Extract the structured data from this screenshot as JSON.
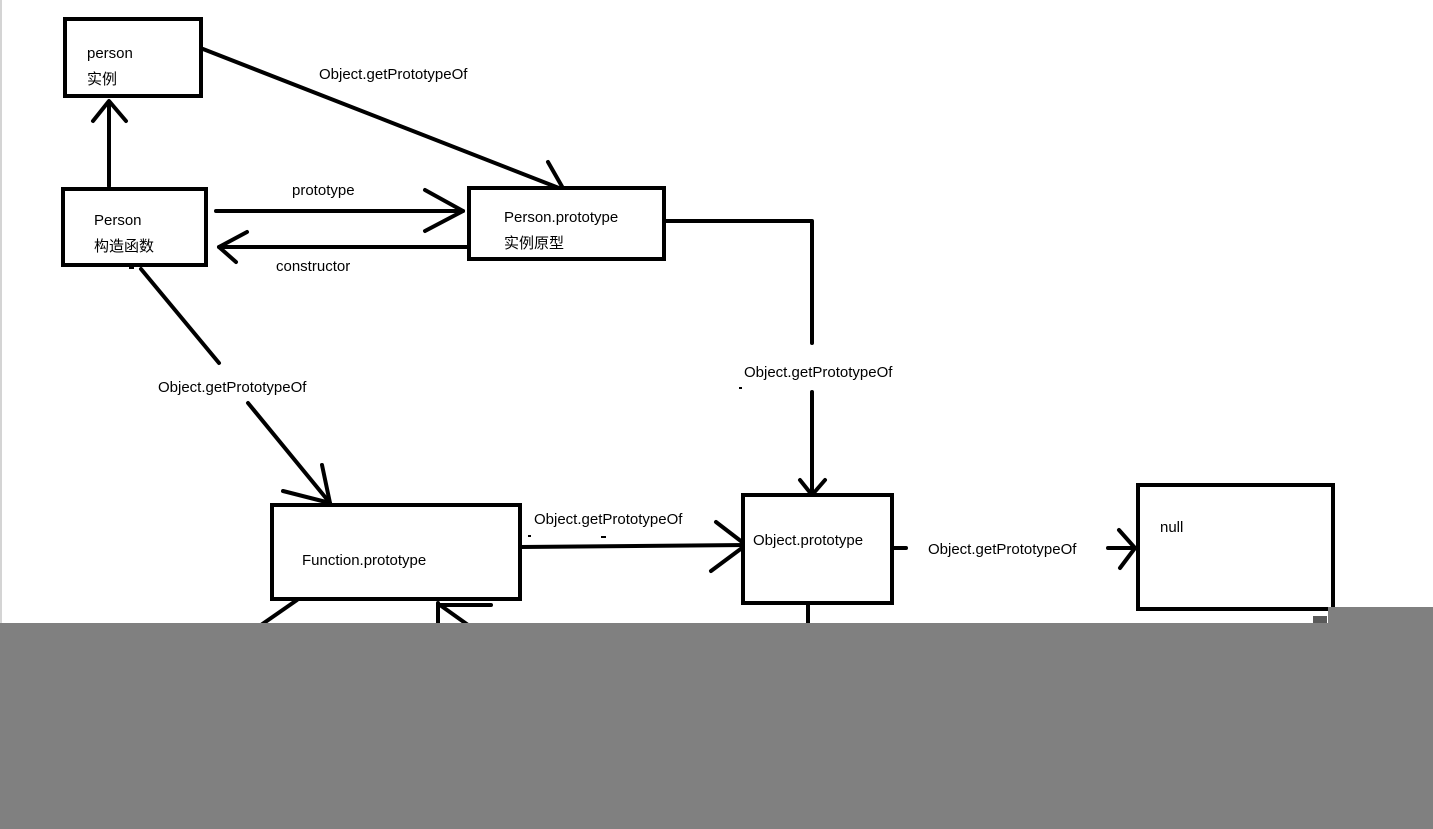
{
  "diagram": {
    "nodes": {
      "person_instance": {
        "line1": "person",
        "line2": "实例"
      },
      "person_constructor": {
        "line1": "Person",
        "line2": "构造函数"
      },
      "person_prototype": {
        "line1": "Person.prototype",
        "line2": "实例原型"
      },
      "function_prototype": {
        "line1": "Function.prototype"
      },
      "object_prototype": {
        "line1": "Object.prototype"
      },
      "null_node": {
        "line1": "null"
      }
    },
    "edges": {
      "instance_to_proto": "Object.getPrototypeOf",
      "prototype": "prototype",
      "constructor": "constructor",
      "ctor_to_function_proto": "Object.getPrototypeOf",
      "proto_to_object_proto": "Object.getPrototypeOf",
      "function_proto_to_object_proto": "Object.getPrototypeOf",
      "object_proto_to_null": "Object.getPrototypeOf"
    }
  },
  "colors": {
    "background": "#ffffff",
    "stroke": "#000000",
    "occlusion": "#808080"
  }
}
